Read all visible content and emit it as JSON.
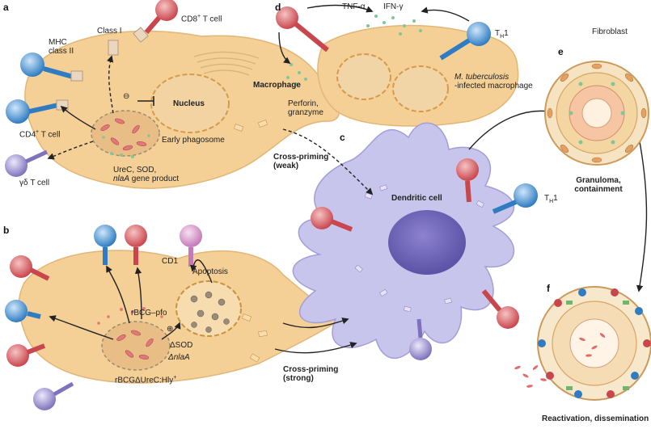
{
  "panels": {
    "a": "a",
    "b": "b",
    "c": "c",
    "d": "d",
    "e": "e",
    "f": "f"
  },
  "labels": {
    "class_one": "Class I",
    "cd8_t_cell": "CD8",
    "cd8_sup": "+",
    "cd8_suffix": " T cell",
    "mhc_class_two": "MHC class II",
    "macrophage": "Macrophage",
    "nucleus": "Nucleus",
    "minus_sign": "⊖",
    "early_phagosome": "Early phagosome",
    "cd4_t_cell": "CD4",
    "cd4_sup": "+",
    "cd4_suffix": " T cell",
    "gd_t_cell": "γδ T cell",
    "urec_line1": "UreC, SOD,",
    "urec_gene": "nlaA",
    "urec_line2_rest": " gene product",
    "tnf": "TNF-α",
    "ifn": "IFN-γ",
    "th1_top": "T",
    "th1_sub": "H",
    "th1_num": "1",
    "mtb_species": "M. tuberculosis",
    "mtb_rest": "-infected macrophage",
    "perforin": "Perforin, granzyme",
    "cross_priming_weak": "Cross-priming (weak)",
    "dendritic_cell": "Dendritic cell",
    "fibroblast": "Fibroblast",
    "granuloma": "Granuloma, containment",
    "cd1": "CD1",
    "apoptosis": "Apoptosis",
    "rbcg_pfo": "rBCG–pfo",
    "plus_sign": "⊕",
    "delta_sod": "ΔSOD",
    "delta_nlaa": "ΔnlaA",
    "rbcg_urec": "rBCGΔUreC:Hly",
    "rbcg_sup": "+",
    "cross_priming_strong": "Cross-priming (strong)",
    "reactivation": "Reactivation, dissemination"
  },
  "colors": {
    "macrophage": "#f4cf96",
    "macrophage_edge": "#e3b676",
    "dendritic": "#c8c5ec",
    "dendritic_edge": "#a29ed8",
    "tcell_red": "#d7666b",
    "tcell_blue": "#4f9ad6",
    "tcell_purple": "#9d93cc",
    "tcell_pink": "#d48ec8",
    "arrow": "#222222"
  }
}
